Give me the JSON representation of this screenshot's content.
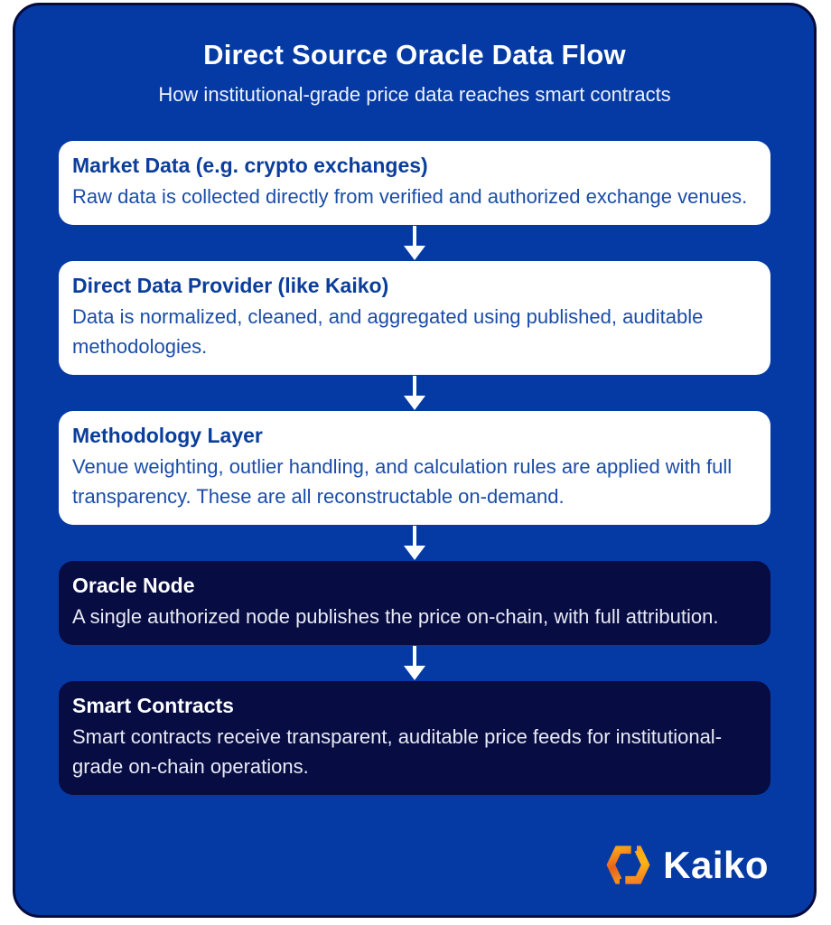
{
  "header": {
    "title": "Direct Source Oracle Data Flow",
    "subtitle": "How institutional-grade price data reaches smart contracts"
  },
  "flow": {
    "steps": [
      {
        "title": "Market Data (e.g. crypto exchanges)",
        "body": "Raw data is collected directly from verified and authorized exchange venues.",
        "variant": "light"
      },
      {
        "title": "Direct Data Provider (like Kaiko)",
        "body": "Data is normalized, cleaned, and aggregated using published, auditable methodologies.",
        "variant": "light"
      },
      {
        "title": "Methodology Layer",
        "body": "Venue weighting, outlier handling, and calculation rules are applied with full transparency. These are all reconstructable on-demand.",
        "variant": "light"
      },
      {
        "title": "Oracle Node",
        "body": "A single authorized node publishes the price on-chain, with full attribution.",
        "variant": "dark"
      },
      {
        "title": "Smart Contracts",
        "body": "Smart contracts receive transparent, auditable price feeds for institutional-grade on-chain operations.",
        "variant": "dark"
      }
    ]
  },
  "footer": {
    "brand": "Kaiko"
  },
  "colors": {
    "page_background": "#FFFFFF",
    "card_background": "#053AA5",
    "card_border": "#050A3F",
    "light_box_background": "#FFFFFF",
    "light_box_title": "#0B3E9C",
    "light_box_text": "#1A4DA8",
    "dark_box_background": "#070C42",
    "dark_box_text": "#E8EAF5",
    "arrow": "#FFFFFF",
    "logo_orange": "#E8611C",
    "logo_yellow": "#FDB515"
  }
}
